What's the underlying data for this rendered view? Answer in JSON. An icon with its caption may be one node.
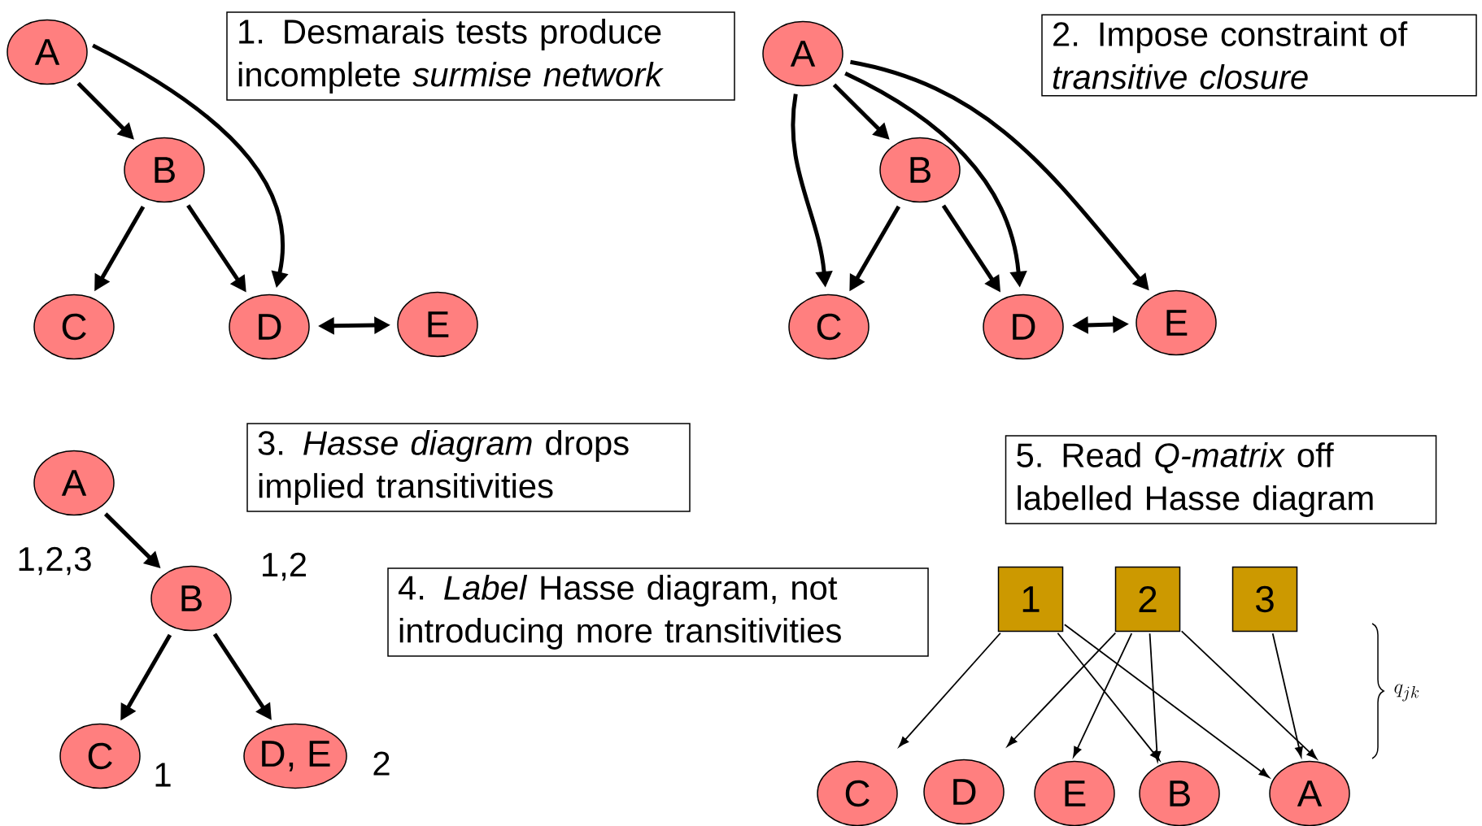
{
  "diagram": {
    "nodes": [
      {
        "text": [
          "1. Desmarais tests produce incomplete *surmise network*"
        ]
      },
      {
        "text": [
          "A"
        ]
      },
      {
        "text": [
          "B"
        ]
      },
      {
        "text": [
          "C"
        ]
      },
      {
        "text": [
          "D"
        ]
      },
      {
        "text": [
          "E"
        ]
      },
      {
        "text": [
          "2. Impose constraint of *transitive closure*"
        ]
      },
      {
        "text": [
          "A"
        ]
      },
      {
        "text": [
          "B"
        ]
      },
      {
        "text": [
          "C"
        ]
      },
      {
        "text": [
          "D"
        ]
      },
      {
        "text": [
          "E"
        ]
      },
      {
        "text": [
          "3. *Hasse diagram* drops implied transitivities"
        ]
      },
      {
        "text": [
          "A"
        ],
        "beside": [
          "1,2,3"
        ]
      },
      {
        "text": [
          "B"
        ],
        "beside": [
          "1,2"
        ]
      },
      {
        "text": [
          "C"
        ],
        "beside": [
          "1"
        ]
      },
      {
        "text": [
          "D, E"
        ],
        "beside": [
          "2"
        ]
      },
      {
        "text": [
          "4. *Label* Hasse diagram, not introducing more transitivities"
        ]
      },
      {
        "text": [
          "5. Read *Q-matrix* off labelled Hasse diagram"
        ]
      },
      {
        "text": [
          "1"
        ]
      },
      {
        "text": [
          "2"
        ]
      },
      {
        "text": [
          "3"
        ]
      },
      {
        "text": [
          "C"
        ]
      },
      {
        "text": [
          "D"
        ]
      },
      {
        "text": [
          "E"
        ]
      },
      {
        "text": [
          "B"
        ]
      },
      {
        "text": [
          "A"
        ]
      }
    ],
    "edges": [
      {
        "from": 1,
        "to": 2,
        "arrow": "to"
      },
      {
        "from": 1,
        "to": 4,
        "arrow": "to"
      },
      {
        "from": 2,
        "to": 3,
        "arrow": "to"
      },
      {
        "from": 2,
        "to": 4,
        "arrow": "to"
      },
      {
        "from": 4,
        "to": 5,
        "arrow": "both"
      },
      {
        "from": 7,
        "to": 8,
        "arrow": "to"
      },
      {
        "from": 7,
        "to": 9,
        "arrow": "to"
      },
      {
        "from": 7,
        "to": 10,
        "arrow": "to"
      },
      {
        "from": 7,
        "to": 11,
        "arrow": "to"
      },
      {
        "from": 8,
        "to": 9,
        "arrow": "to"
      },
      {
        "from": 8,
        "to": 10,
        "arrow": "to"
      },
      {
        "from": 10,
        "to": 11,
        "arrow": "both"
      },
      {
        "from": 13,
        "to": 14,
        "arrow": "to"
      },
      {
        "from": 14,
        "to": 15,
        "arrow": "to"
      },
      {
        "from": 14,
        "to": 16,
        "arrow": "to"
      },
      {
        "from": 19,
        "to": 22,
        "arrow": "to"
      },
      {
        "from": 19,
        "to": 25,
        "arrow": "to"
      },
      {
        "from": 19,
        "to": 26,
        "arrow": "to"
      },
      {
        "from": 20,
        "to": 23,
        "arrow": "to"
      },
      {
        "from": 20,
        "to": 24,
        "arrow": "to"
      },
      {
        "from": 20,
        "to": 25,
        "arrow": "to"
      },
      {
        "from": 20,
        "to": 26,
        "arrow": "to"
      },
      {
        "from": 21,
        "to": 26,
        "arrow": "to"
      }
    ],
    "labels": [
      "q_{jk}"
    ]
  }
}
